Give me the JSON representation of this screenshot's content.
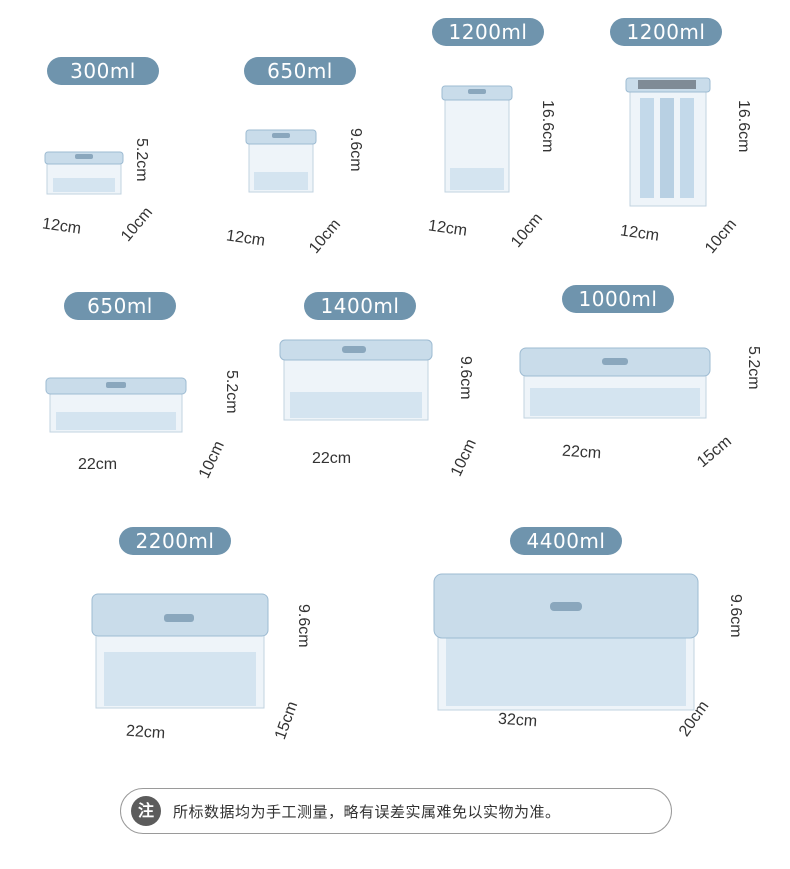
{
  "products": [
    {
      "capacity": "300ml",
      "width": "12cm",
      "depth": "10cm",
      "height": "5.2cm"
    },
    {
      "capacity": "650ml",
      "width": "12cm",
      "depth": "10cm",
      "height": "9.6cm"
    },
    {
      "capacity": "1200ml",
      "width": "12cm",
      "depth": "10cm",
      "height": "16.6cm"
    },
    {
      "capacity": "1200ml",
      "width": "12cm",
      "depth": "10cm",
      "height": "16.6cm"
    },
    {
      "capacity": "650ml",
      "width": "22cm",
      "depth": "10cm",
      "height": "5.2cm"
    },
    {
      "capacity": "1400ml",
      "width": "22cm",
      "depth": "10cm",
      "height": "9.6cm"
    },
    {
      "capacity": "1000ml",
      "width": "22cm",
      "depth": "15cm",
      "height": "5.2cm"
    },
    {
      "capacity": "2200ml",
      "width": "22cm",
      "depth": "15cm",
      "height": "9.6cm"
    },
    {
      "capacity": "4400ml",
      "width": "32cm",
      "depth": "20cm",
      "height": "9.6cm"
    }
  ],
  "note": {
    "icon_label": "注",
    "text": "所标数据均为手工测量，略有误差实属难免以实物为准。"
  },
  "colors": {
    "badge": "#6f94ad",
    "lid": "#c9dcea",
    "lid_edge": "#9dbbd2",
    "body": "#eef4f9",
    "tray": "#d4e4f0",
    "line": "#555555"
  }
}
